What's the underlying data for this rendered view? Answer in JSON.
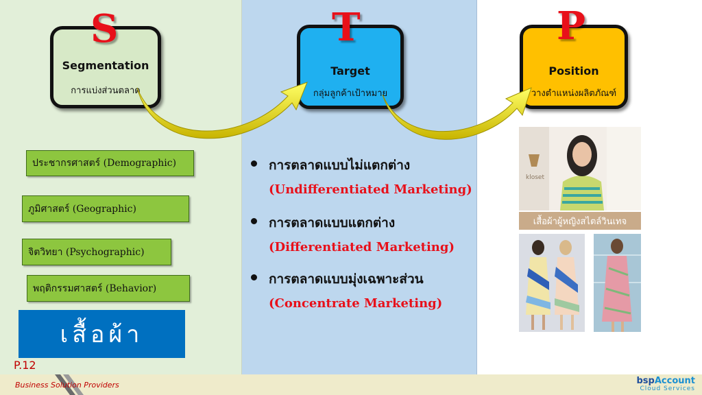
{
  "stp": {
    "s": {
      "letter": "S",
      "title": "Segmentation",
      "subtitle": "การแบ่งส่วนตลาด"
    },
    "t": {
      "letter": "T",
      "title": "Target",
      "subtitle": "กลุ่มลูกค้าเป้าหมาย"
    },
    "p": {
      "letter": "P",
      "title": "Position",
      "subtitle": "วางตำแหน่งผลิตภัณฑ์"
    }
  },
  "segments": [
    "ประชากรศาสตร์ (Demographic)",
    "ภูมิศาสตร์ (Geographic)",
    "จิตวิทยา (Psychographic)",
    "พฤติกรรมศาสตร์ (Behavior)"
  ],
  "product": "เสื้อผ้า",
  "targets": [
    {
      "th": "การตลาดแบบไม่แตกต่าง",
      "en": "(Undifferentiated Marketing)"
    },
    {
      "th": "การตลาดแบบแตกต่าง",
      "en": "(Differentiated Marketing)"
    },
    {
      "th": "การตลาดแบบมุ่งเฉพาะส่วน",
      "en": "(Concentrate Marketing)"
    }
  ],
  "position": {
    "caption": "เสื้อผ้าผู้หญิงสไตล์วินเทจ",
    "brand": "kloset"
  },
  "footer": {
    "page": "P.12",
    "company": "Business Solution Providers",
    "logo_prefix": "bsp",
    "logo_accent": "Account",
    "logo_sub": "Cloud Services"
  },
  "colors": {
    "accent_red": "#e8101a",
    "seg_green": "#8dc63f",
    "target_blue": "#1fb0f0",
    "position_yellow": "#ffc000"
  }
}
